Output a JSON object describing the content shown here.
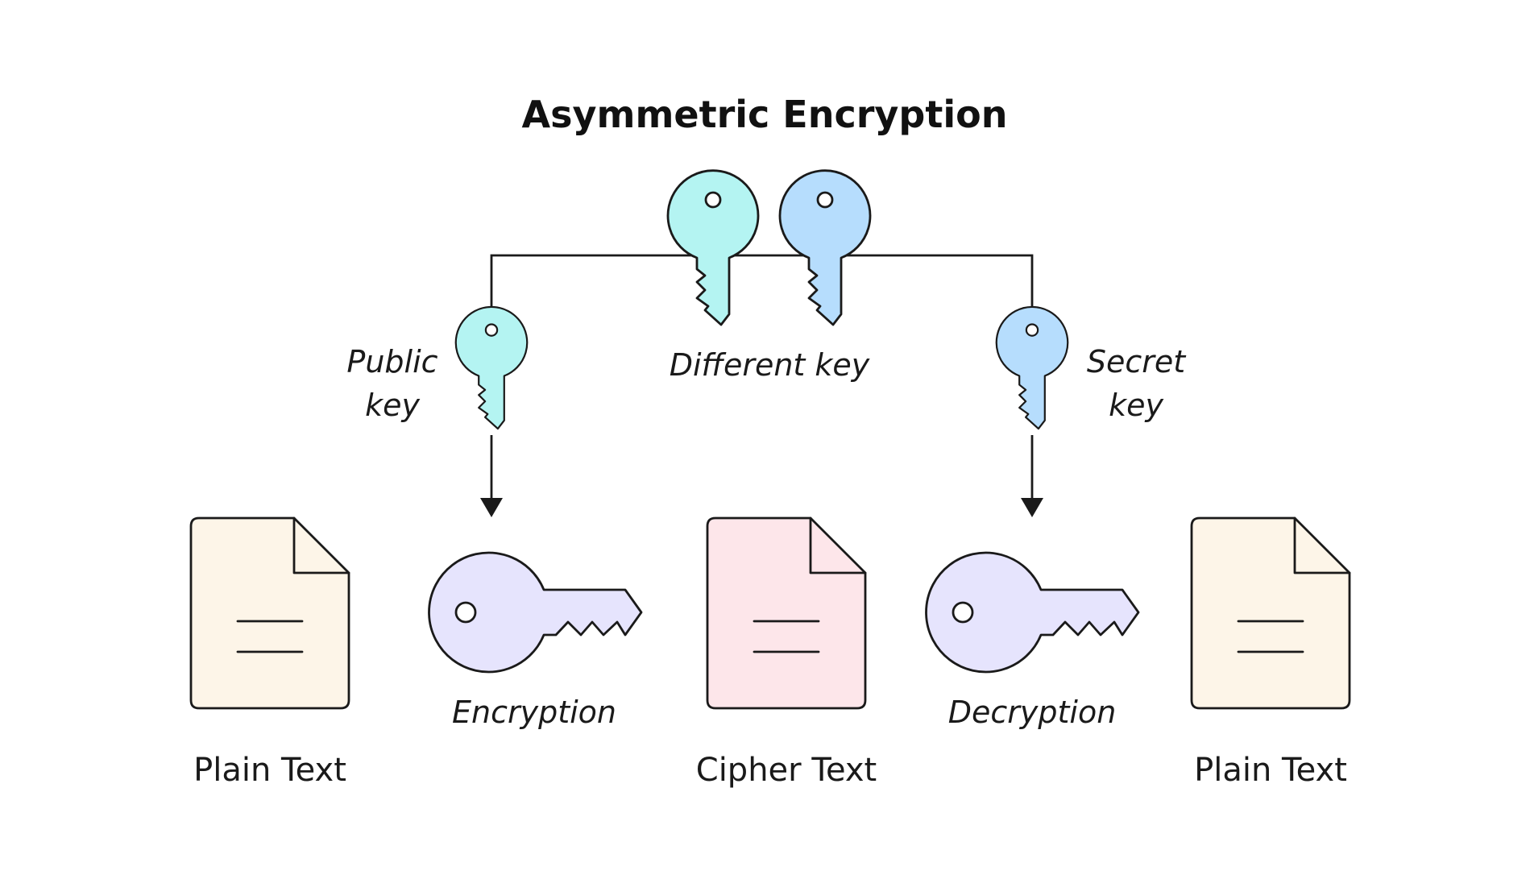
{
  "title": "Asymmetric Encryption",
  "labels": {
    "public_key_line1": "Public",
    "public_key_line2": "key",
    "different_key": "Different key",
    "secret_key_line1": "Secret",
    "secret_key_line2": "key",
    "encryption": "Encryption",
    "decryption": "Decryption"
  },
  "documents": [
    {
      "label": "Plain Text",
      "color": "#fdf5e8"
    },
    {
      "label": "Cipher Text",
      "color": "#fde6ea"
    },
    {
      "label": "Plain Text",
      "color": "#fdf5e8"
    }
  ],
  "colors": {
    "public_key": "#b4f4f2",
    "secret_key": "#b6ddfd",
    "operation_key": "#e6e4fd"
  },
  "icons": {
    "public_key": "key-icon",
    "secret_key": "key-icon",
    "encryption": "key-icon",
    "decryption": "key-icon",
    "documents": "document-icon"
  }
}
